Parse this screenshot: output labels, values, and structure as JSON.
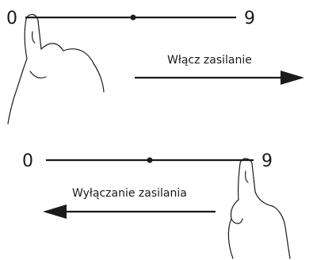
{
  "top": {
    "min_label": "0",
    "max_label": "9",
    "action_label": "Włącz zasilanie"
  },
  "bottom": {
    "min_label": "0",
    "max_label": "9",
    "action_label": "Wyłączanie zasilania"
  },
  "colors": {
    "ink": "#1a1a1a",
    "background": "#ffffff"
  },
  "icons": {
    "top": "finger-touch-icon",
    "bottom": "finger-touch-icon"
  }
}
